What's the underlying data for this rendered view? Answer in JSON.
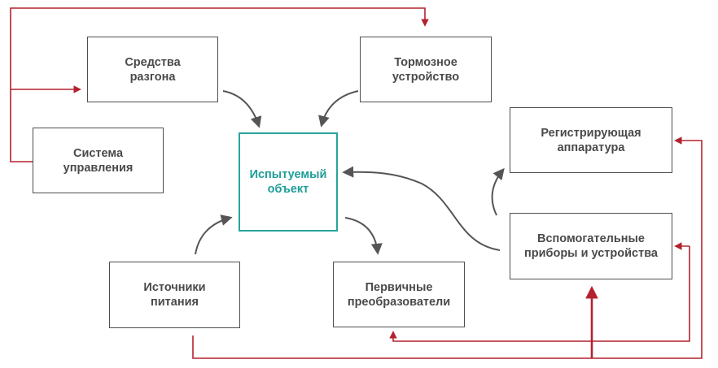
{
  "nodes": {
    "acceleration": "Средства\nразгона",
    "brake": "Тормозное\nустройство",
    "control": "Система\nуправления",
    "object": "Испытуемый\nобъект",
    "recording": "Регистрирующая\nаппаратура",
    "auxiliary": "Вспомогательные\nприборы и устройства",
    "power": "Источники\nпитания",
    "transducers": "Первичные\nпреобразователи"
  },
  "colors": {
    "box_border": "#4f4f4f",
    "text": "#4a4a4a",
    "accent": "#26a49e",
    "arrow_gray": "#555555",
    "line_red": "#b3222f"
  }
}
